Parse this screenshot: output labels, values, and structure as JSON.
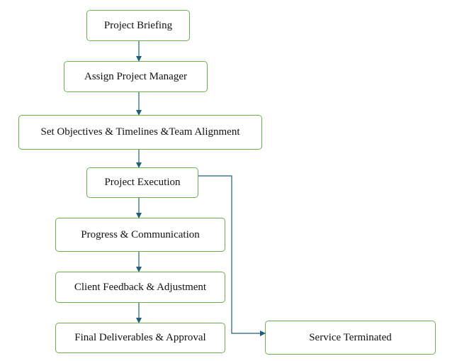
{
  "diagram": {
    "nodes": [
      {
        "id": "briefing",
        "label": "Project Briefing"
      },
      {
        "id": "assign-pm",
        "label": "Assign Project Manager"
      },
      {
        "id": "objectives",
        "label": "Set Objectives & Timelines &Team Alignment"
      },
      {
        "id": "execution",
        "label": "Project Execution"
      },
      {
        "id": "progress",
        "label": "Progress & Communication"
      },
      {
        "id": "feedback",
        "label": "Client Feedback & Adjustment"
      },
      {
        "id": "deliverables",
        "label": "Final Deliverables & Approval"
      },
      {
        "id": "terminated",
        "label": "Service Terminated"
      }
    ],
    "edges": [
      {
        "from": "briefing",
        "to": "assign-pm"
      },
      {
        "from": "assign-pm",
        "to": "objectives"
      },
      {
        "from": "objectives",
        "to": "execution"
      },
      {
        "from": "execution",
        "to": "progress"
      },
      {
        "from": "progress",
        "to": "feedback"
      },
      {
        "from": "feedback",
        "to": "deliverables"
      },
      {
        "from": "execution",
        "to": "terminated"
      }
    ],
    "colors": {
      "node_border": "#6ab04c",
      "edge": "#1f5f7a",
      "text": "#111111"
    }
  }
}
